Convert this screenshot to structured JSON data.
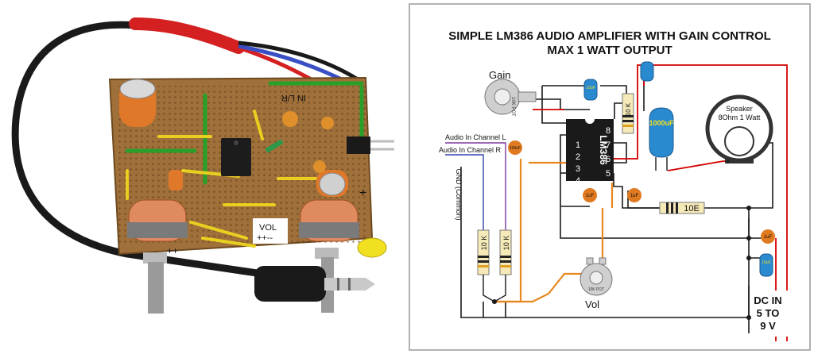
{
  "photo": {
    "board_marking": "IN L/R",
    "vol_label": "VOL",
    "vol_pins": "++--",
    "power_sign": "+",
    "plus_marks": "++"
  },
  "schematic": {
    "title_line1": "SIMPLE LM386 AUDIO AMPLIFIER WITH GAIN CONTROL",
    "title_line2": "MAX 1 WATT OUTPUT",
    "gain_label": "Gain",
    "gain_pot_text": "10K POT",
    "vol_label": "Vol",
    "vol_pot_text": "10K POT",
    "ic_label": "LM386",
    "pins_left": [
      "1",
      "2",
      "3",
      "4"
    ],
    "pins_right": [
      "8",
      "7",
      "6",
      "5"
    ],
    "input_l": "Audio In Channel L",
    "input_r": "Audio In Channel R",
    "gnd_label": "GND (Common)",
    "res_top": "10 K",
    "res_in_l": "10 K",
    "res_in_r": "10 K",
    "cap_big": "1000uF",
    "cap_1uf_a": "1uF",
    "cap_1uf_b": "1uF",
    "cap_1uf_c": "1uF",
    "cap_100nf": "100nF",
    "cap_10uf_top": "10uF",
    "cap_10uf_bottom": "10uF",
    "res_10e": "10E",
    "speaker_line1": "Speaker",
    "speaker_line2": "8Ohm 1 Watt",
    "speaker_plus": "+",
    "dc_line1": "DC IN",
    "dc_line2": "5 TO",
    "dc_line3": "9 V"
  },
  "colors": {
    "wire_black": "#1a1a1a",
    "wire_red": "#d40000",
    "wire_orange": "#e8871e",
    "wire_blue": "#3344aa",
    "pcb": "#a0703a",
    "cap_blue": "#2a8ad0",
    "cap_orange": "#e07a20"
  }
}
